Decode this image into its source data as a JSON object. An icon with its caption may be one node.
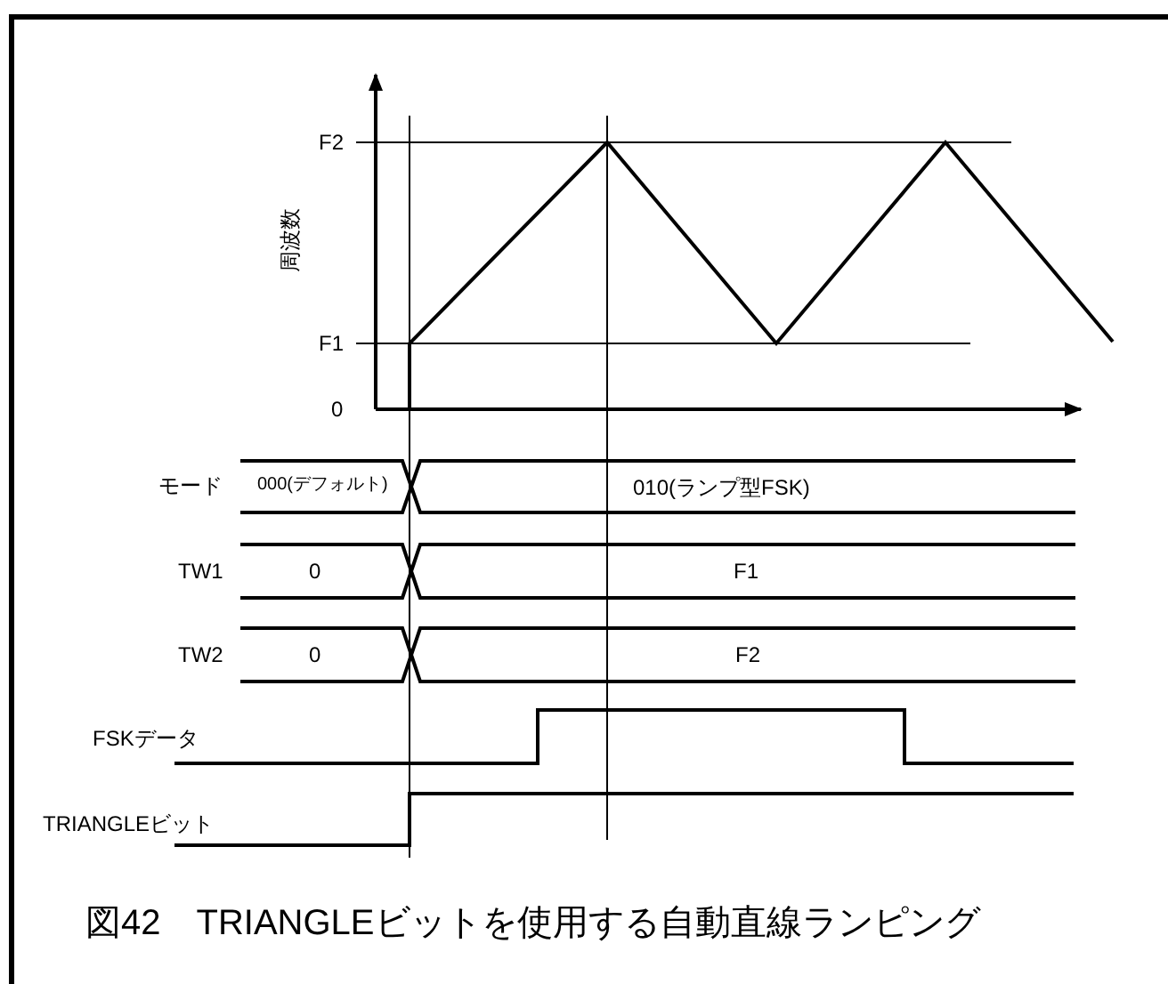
{
  "diagram": {
    "caption": "図42　TRIANGLEビットを使用する自動直線ランピング",
    "labels": [
      "F2",
      "周波数",
      "F1",
      "0",
      "モード",
      "000(デフォルト)",
      "010(ランプ型FSK)",
      "TW1",
      "0",
      "F1",
      "TW2",
      "0",
      "F2",
      "FSKデータ",
      "TRIANGLEビット"
    ]
  }
}
